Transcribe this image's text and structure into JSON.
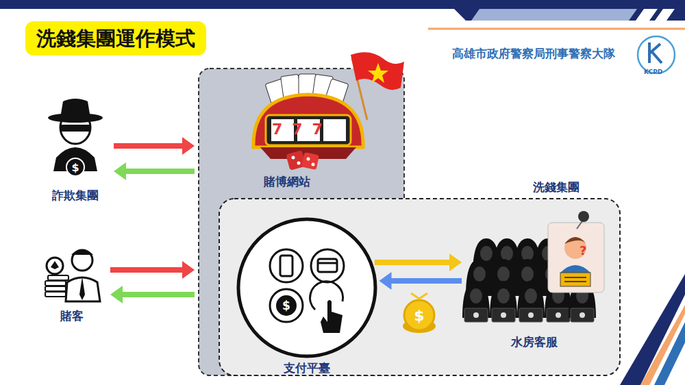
{
  "diagram": {
    "title": "洗錢集團運作模式",
    "nodes": [
      {
        "text": [
          "詐欺集團"
        ]
      },
      {
        "text": [
          "賭博網站"
        ]
      },
      {
        "text": [
          "賭客"
        ]
      },
      {
        "text": [
          "洗錢集團"
        ]
      },
      {
        "text": [
          "支付平臺"
        ],
        "in": 3
      },
      {
        "text": [
          "水房客服"
        ],
        "in": 3
      }
    ],
    "edges": [
      {
        "from": 0,
        "to": 1,
        "arrow": "to"
      },
      {
        "from": 1,
        "to": 0,
        "arrow": "to"
      },
      {
        "from": 2,
        "to": 1,
        "arrow": "to"
      },
      {
        "from": 1,
        "to": 2,
        "arrow": "to"
      },
      {
        "from": 4,
        "to": 5,
        "arrow": "to"
      },
      {
        "from": 5,
        "to": 4,
        "arrow": "to"
      }
    ],
    "labels": [
      "高雄市政府警察局刑事警察大隊",
      "KCPD",
      "777"
    ]
  }
}
